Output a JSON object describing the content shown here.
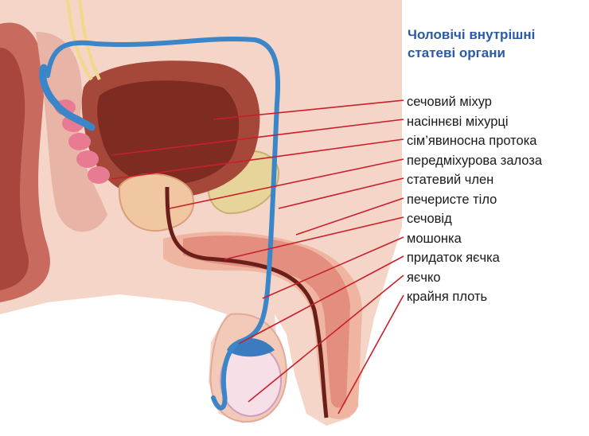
{
  "title": {
    "line1": "Чоловічі внутрішні",
    "line2": "статеві органи"
  },
  "labels": [
    "сечовий міхур",
    "насіннєві міхурці",
    "сім’явиносна протока",
    "передміхурова залоза",
    "статевий член",
    "печеристе тіло",
    "сечовід",
    "мошонка",
    "придаток яєчка",
    "яєчко",
    "крайня плоть"
  ],
  "colors": {
    "title": "#2a5aa8",
    "leader_lines": "#c8202a",
    "vas_deferens": "#3a86c8",
    "skin": "#f2cdbd",
    "tissue": "#e3a48f",
    "bladder": "#8c2a1f"
  }
}
